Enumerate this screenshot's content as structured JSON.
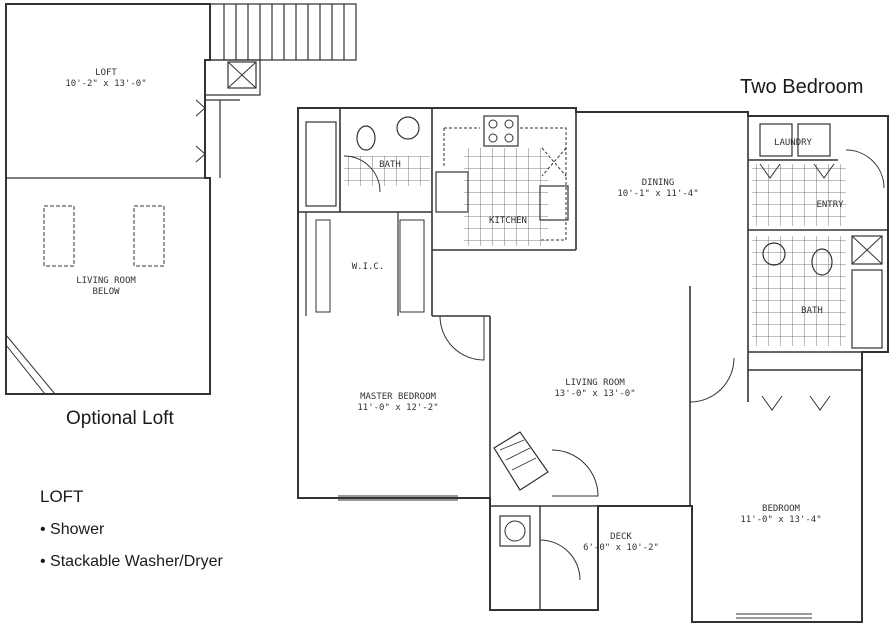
{
  "title": "Two Bedroom",
  "optional_loft_caption": "Optional Loft",
  "loft_features": {
    "heading": "LOFT",
    "items": [
      "• Shower",
      "• Stackable Washer/Dryer"
    ]
  },
  "rooms": {
    "loft": {
      "name": "LOFT",
      "dims": "10'-2\" x 13'-0\""
    },
    "living_below": {
      "line1": "LIVING ROOM",
      "line2": "BELOW"
    },
    "bath_master": {
      "name": "BATH"
    },
    "kitchen": {
      "name": "KITCHEN"
    },
    "dining": {
      "name": "DINING",
      "dims": "10'-1\" x 11'-4\""
    },
    "laundry": {
      "name": "LAUNDRY"
    },
    "entry": {
      "name": "ENTRY"
    },
    "bath_second": {
      "name": "BATH"
    },
    "wic": {
      "name": "W.I.C."
    },
    "master": {
      "name": "MASTER BEDROOM",
      "dims": "11'-0\" x 12'-2\""
    },
    "living": {
      "name": "LIVING ROOM",
      "dims": "13'-0\" x 13'-0\""
    },
    "bedroom": {
      "name": "BEDROOM",
      "dims": "11'-0\" x 13'-4\""
    },
    "deck": {
      "name": "DECK",
      "dims": "6'-0\" x 10'-2\""
    }
  }
}
